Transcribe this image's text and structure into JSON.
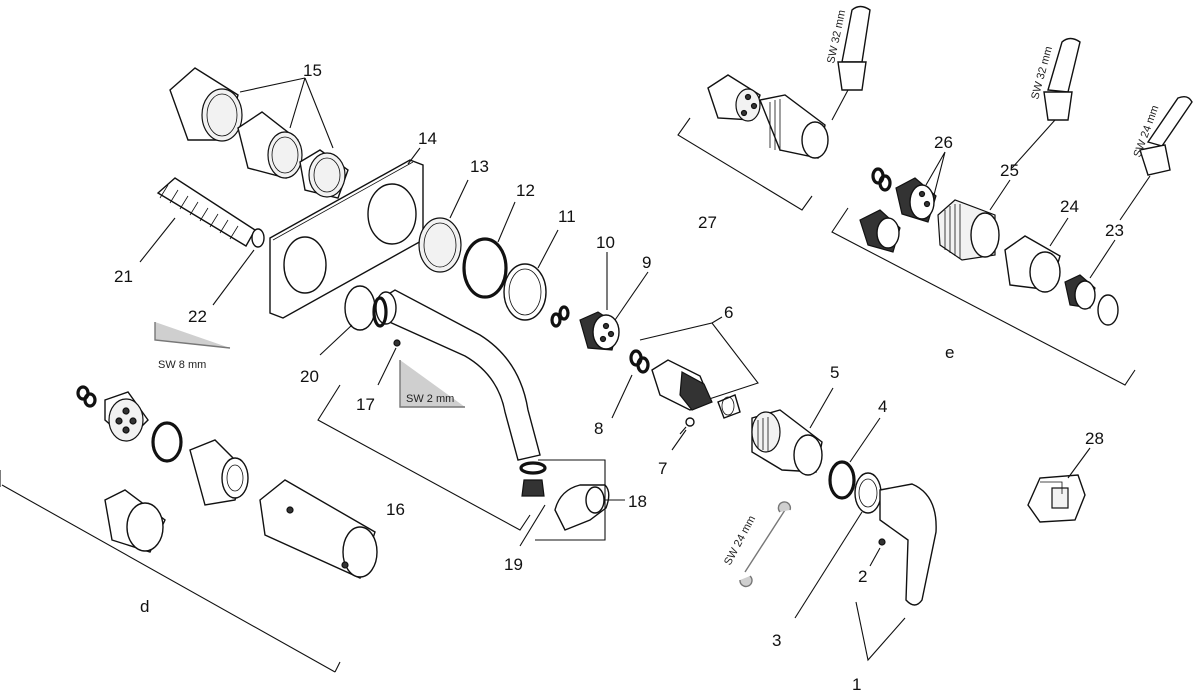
{
  "labels": {
    "n1": "1",
    "n2": "2",
    "n3": "3",
    "n4": "4",
    "n5": "5",
    "n6": "6",
    "n7": "7",
    "n8": "8",
    "n9": "9",
    "n10": "10",
    "n11": "11",
    "n12": "12",
    "n13": "13",
    "n14": "14",
    "n15": "15",
    "n16": "16",
    "n17": "17",
    "n18": "18",
    "n19": "19",
    "n20": "20",
    "n21": "21",
    "n22": "22",
    "n23": "23",
    "n24": "24",
    "n25": "25",
    "n26": "26",
    "n27": "27",
    "n28": "28",
    "d": "d",
    "e": "e"
  },
  "tools": {
    "sw8": "SW 8 mm",
    "sw2": "SW 2 mm",
    "sw24": "SW 24 mm",
    "sw32a": "SW 32 mm",
    "sw32b": "SW 32 mm",
    "sw24b": "SW 24 mm"
  }
}
